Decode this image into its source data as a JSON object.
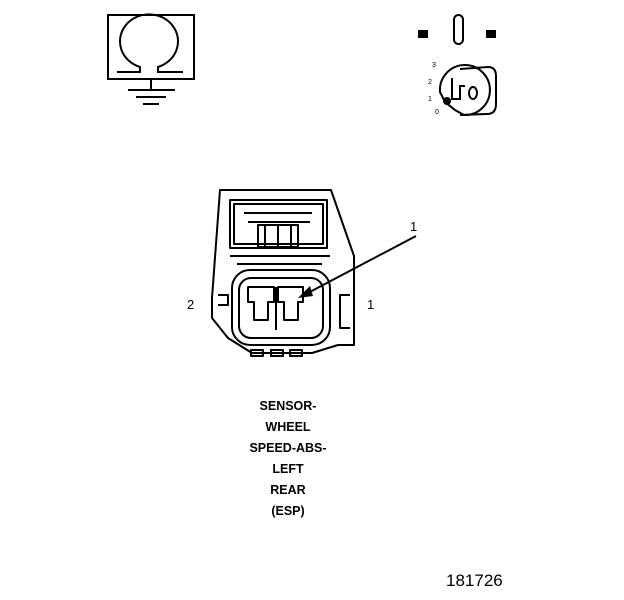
{
  "ground_symbol": {
    "icon": "ground-omega-icon"
  },
  "ignition_key": {
    "icon": "ignition-key-icon",
    "positions": [
      "3",
      "2",
      "1",
      "0"
    ]
  },
  "connector": {
    "icon": "connector-face-icon",
    "pin_labels": {
      "left": "2",
      "right": "1"
    },
    "callout": "1"
  },
  "caption": {
    "lines": [
      "SENSOR-",
      "WHEEL",
      "SPEED-ABS-",
      "LEFT",
      "REAR",
      "(ESP)"
    ]
  },
  "figure_number": "181726",
  "colors": {
    "ink": "#000000",
    "background": "#ffffff"
  }
}
